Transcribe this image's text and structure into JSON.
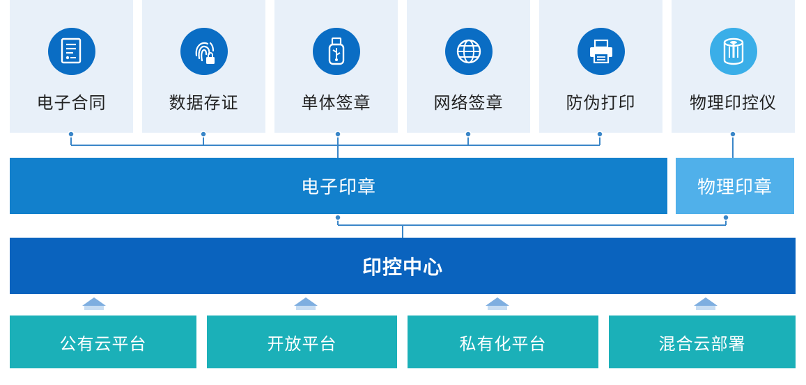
{
  "cards": [
    {
      "label": "电子合同",
      "icon": "contract-document-icon"
    },
    {
      "label": "数据存证",
      "icon": "fingerprint-lock-icon"
    },
    {
      "label": "单体签章",
      "icon": "usb-key-icon"
    },
    {
      "label": "网络签章",
      "icon": "globe-icon"
    },
    {
      "label": "防伪打印",
      "icon": "printer-icon"
    },
    {
      "label": "物理印控仪",
      "icon": "seal-device-icon"
    }
  ],
  "seals": {
    "electronic": "电子印章",
    "physical": "物理印章"
  },
  "center": "印控中心",
  "platforms": [
    "公有云平台",
    "开放平台",
    "私有化平台",
    "混合云部署"
  ],
  "colors": {
    "card_bg": "#e8f0f9",
    "icon_blue": "#0a6dc4",
    "icon_light": "#3aaee8",
    "electronic_bar": "#1280cc",
    "physical_bar": "#50b0ea",
    "center_bar": "#0a63be",
    "platform": "#1bb0b8",
    "connector": "#3a86c8"
  }
}
